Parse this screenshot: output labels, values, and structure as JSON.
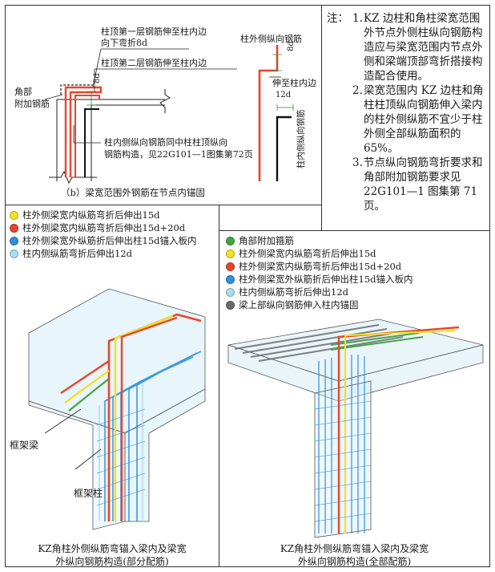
{
  "top_left": {
    "label_top1_line1": "柱顶第一层钢筋伸至柱内边",
    "label_top1_line2": "向下弯折8d",
    "label_top2": "柱顶第二层钢筋伸至柱内边",
    "label_corner_line1": "角部",
    "label_corner_line2": "附加钢筋",
    "label_8d": "8d",
    "label_inner_line1": "柱内侧纵向钢筋同中柱柱顶纵向",
    "label_inner_line2": "钢筋构造，见22G101—1图集第72页",
    "label_outer": "柱外侧纵向钢筋",
    "label_8d_right": "8d",
    "label_extend": "伸至柱内边",
    "label_12d": "12d",
    "label_inner_vertical": "柱内侧纵向钢筋",
    "caption": "（b）梁宽范围外钢筋在节点内锚固"
  },
  "note": {
    "label": "注：",
    "items": [
      {
        "num": "1.",
        "text": "KZ 边柱和角柱梁宽范围外节点外侧柱纵向钢筋构造应与梁宽范围内节点外侧和梁端顶部弯折搭接构造配合使用。"
      },
      {
        "num": "2.",
        "text": "梁宽范围内 KZ 边柱和角柱柱顶纵向钢筋伸入梁内的柱外侧纵筋不宜少于柱外侧全部纵筋面积的 65%。"
      },
      {
        "num": "3.",
        "text": "节点纵向钢筋弯折要求和角部附加钢筋要求见 22G101—1 图集第 71 页。"
      }
    ]
  },
  "left_legend": [
    {
      "color": "#f2e224",
      "text": "柱外侧梁宽内纵筋弯折后伸出15d"
    },
    {
      "color": "#e8452e",
      "text": "柱外侧梁宽内纵筋弯折后伸出15d+20d"
    },
    {
      "color": "#2f8fd8",
      "text": "柱外侧梁宽外纵筋折后伸出柱15d锚入板内"
    },
    {
      "color": "#a9dcf3",
      "text": "柱内侧纵筋弯折后伸出12d"
    }
  ],
  "right_legend": [
    {
      "color": "#3fa648",
      "text": "角部附加箍筋"
    },
    {
      "color": "#f2e224",
      "text": "柱外侧梁宽内纵筋弯折后伸出15d"
    },
    {
      "color": "#e8452e",
      "text": "柱外侧梁宽内纵筋弯折后伸出15d+20d"
    },
    {
      "color": "#2f8fd8",
      "text": "柱外侧梁宽外纵筋折后伸出柱15d锚入板内"
    },
    {
      "color": "#a9dcf3",
      "text": "柱内侧纵筋弯折后伸出12d"
    },
    {
      "color": "#6b6b6b",
      "text": "梁上部纵向钢筋伸入柱内锚固"
    }
  ],
  "left_model": {
    "label_beam": "框架梁",
    "label_column": "框架柱",
    "caption_line1": "KZ角柱外侧纵筋弯锚入梁内及梁宽",
    "caption_line2": "外纵向钢筋构造(部分配筋)"
  },
  "right_model": {
    "caption_line1": "KZ角柱外侧纵筋弯锚入梁内及梁宽",
    "caption_line2": "外纵向钢筋构造(全部配筋)"
  }
}
